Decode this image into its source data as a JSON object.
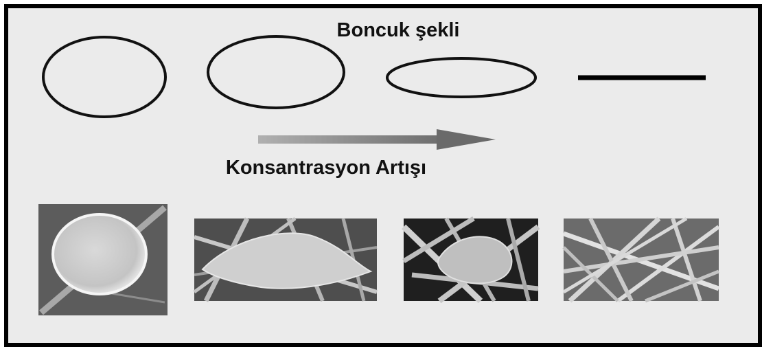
{
  "heading": "Boncuk şekli",
  "arrow_label": "Konsantrasyon Artışı",
  "stages": [
    {
      "shape": "circle-ellipse",
      "micrograph": "large-bead"
    },
    {
      "shape": "ellipse",
      "micrograph": "spindle-bead"
    },
    {
      "shape": "flat-ellipse",
      "micrograph": "small-bead"
    },
    {
      "shape": "line",
      "micrograph": "uniform-fibers"
    }
  ],
  "colors": {
    "frame": "#000000",
    "background": "#ebebeb",
    "arrow": "#8a8a8a"
  }
}
